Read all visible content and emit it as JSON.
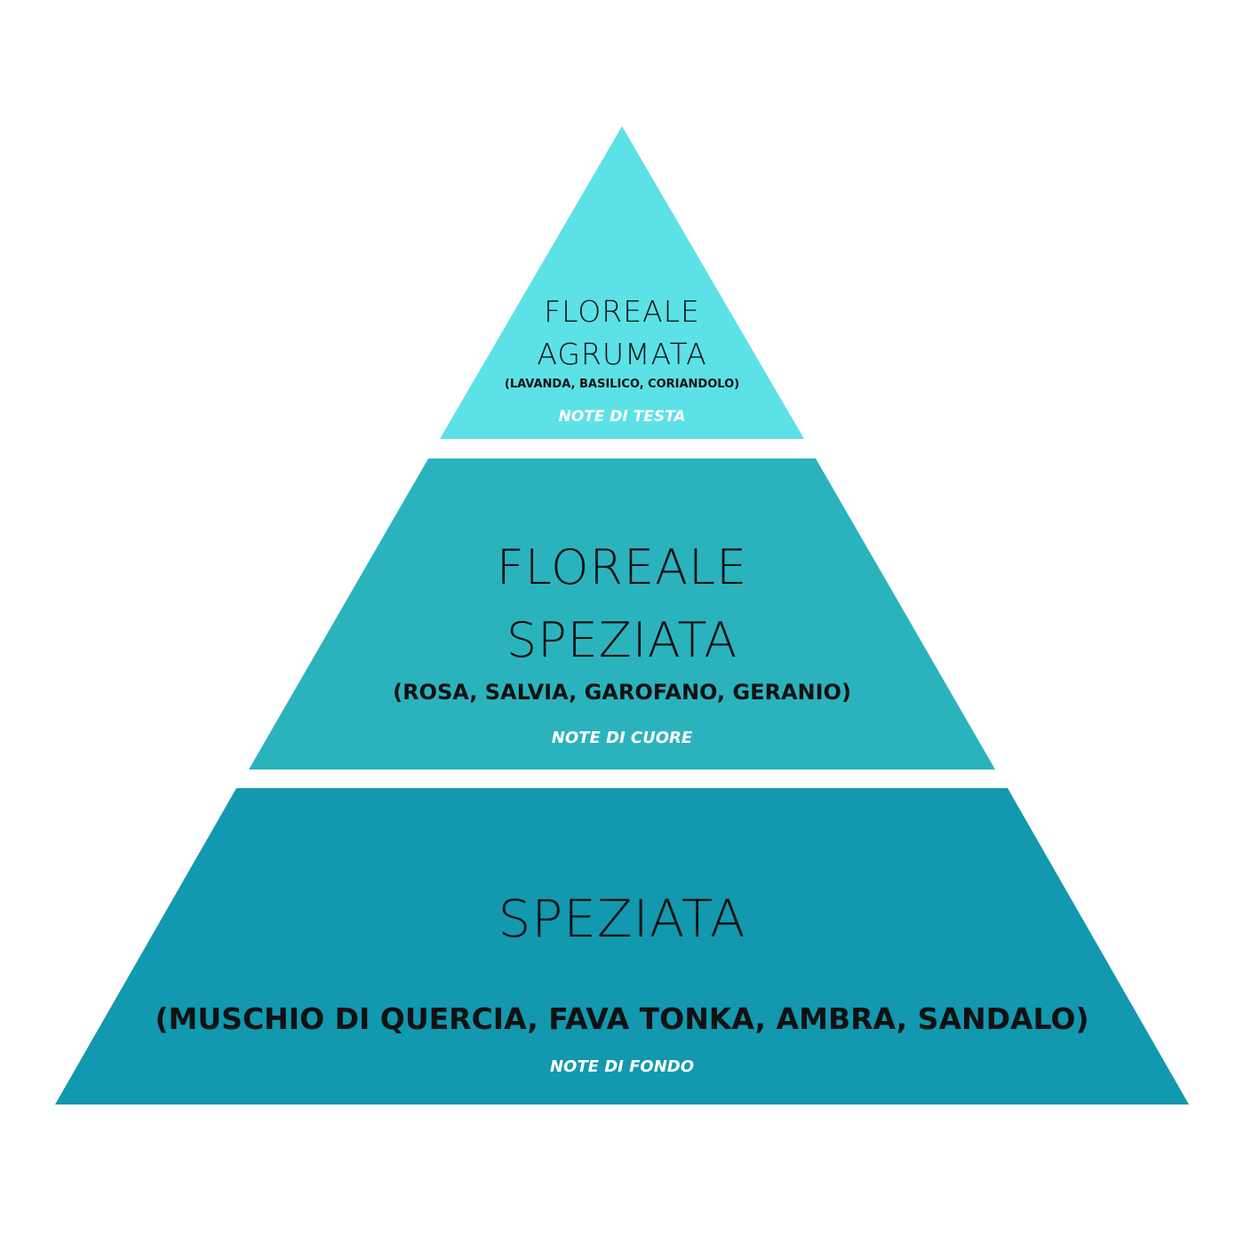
{
  "diagram": {
    "type": "fragrance-pyramid",
    "colors": {
      "top": "#5CE1E6",
      "middle": "#2BB3BD",
      "bottom": "#1298AF",
      "background": "#FFFFFF",
      "text": "#111111",
      "tier_label": "#FFFFFF"
    },
    "tiers": [
      {
        "title_line1": "FLOREALE",
        "title_line2": "AGRUMATA",
        "notes": "(LAVANDA, BASILICO, CORIANDOLO)",
        "tier_label": "NOTE DI TESTA"
      },
      {
        "title_line1": "FLOREALE",
        "title_line2": "SPEZIATA",
        "notes": "(ROSA, SALVIA, GAROFANO, GERANIO)",
        "tier_label": "NOTE DI CUORE"
      },
      {
        "title_line1": "SPEZIATA",
        "notes": "(MUSCHIO DI QUERCIA, FAVA TONKA, AMBRA, SANDALO)",
        "tier_label": "NOTE DI FONDO"
      }
    ]
  }
}
